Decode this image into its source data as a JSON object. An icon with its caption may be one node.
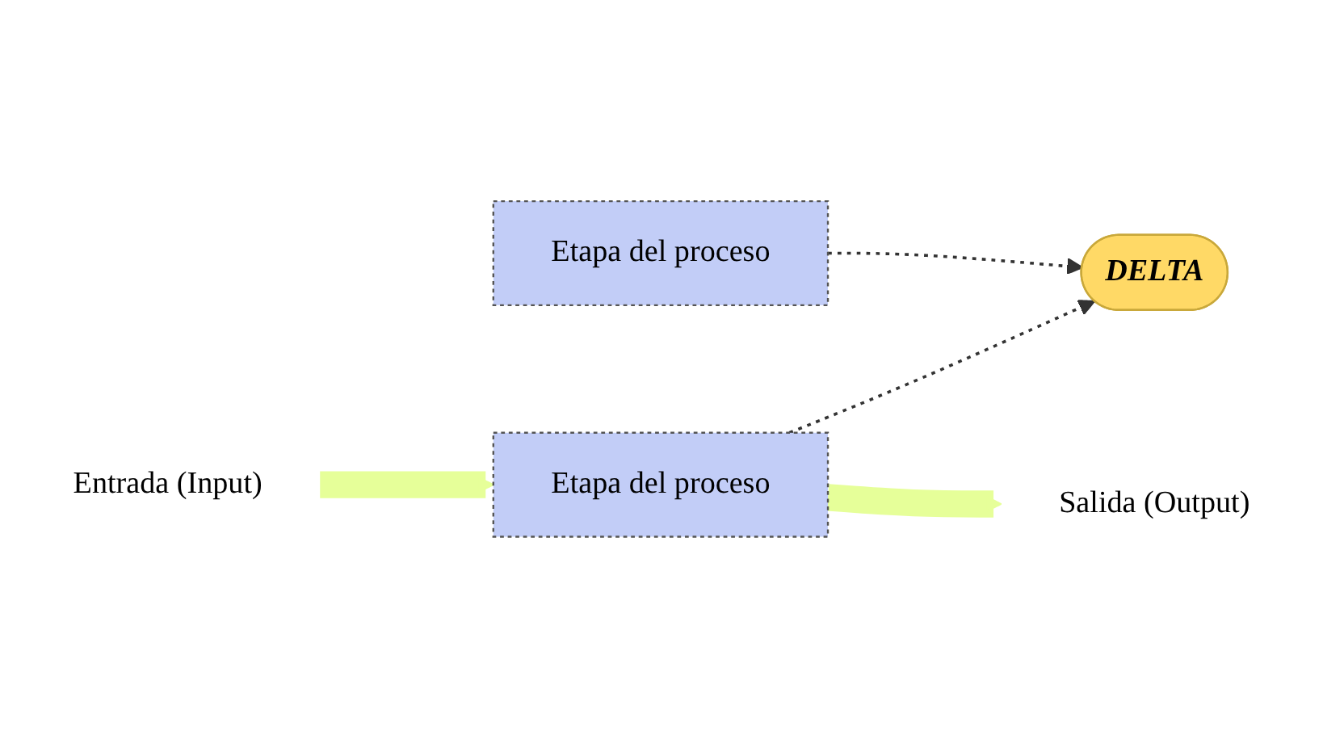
{
  "diagram": {
    "nodes": [
      {
        "text": [
          "Etapa del proceso"
        ]
      },
      {
        "text": [
          "DELTA"
        ]
      },
      {
        "text": [
          "Etapa del proceso"
        ]
      },
      {
        "text": [
          "Entrada (Input)"
        ]
      },
      {
        "text": [
          "Salida (Output)"
        ]
      }
    ],
    "edges": [
      {
        "from": 0,
        "to": 1,
        "arrow": "to",
        "style": "dashed"
      },
      {
        "from": 2,
        "to": 1,
        "arrow": "to",
        "style": "dashed"
      },
      {
        "from": 3,
        "to": 2,
        "arrow": "to",
        "style": "thick",
        "color": "#e6ff99"
      },
      {
        "from": 2,
        "to": 4,
        "arrow": "to",
        "style": "thick",
        "color": "#e6ff99"
      }
    ]
  }
}
